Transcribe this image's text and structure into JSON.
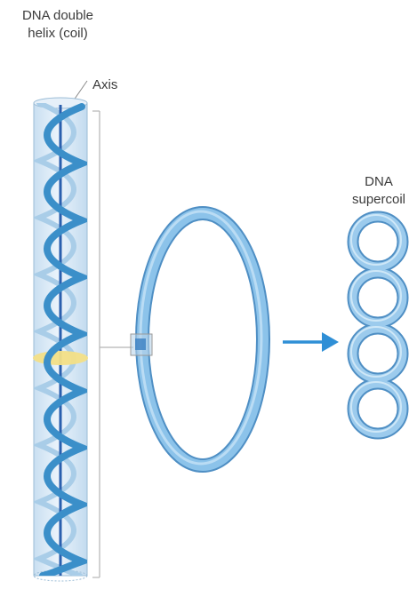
{
  "labels": {
    "helix_line1": "DNA double",
    "helix_line2": "helix (coil)",
    "axis": "Axis",
    "supercoil_line1": "DNA",
    "supercoil_line2": "supercoil"
  },
  "colors": {
    "cylinder_fill": "#dcebf7",
    "cylinder_stroke": "#9bbcd6",
    "strand_front": "#3b8fc9",
    "strand_back": "#8fc0e2",
    "axis": "#2a5fae",
    "highlight": "#f3df86",
    "ring": "#7fb8e4",
    "ring_edge": "#4f8fc4",
    "arrow": "#2f8fd6",
    "bracket": "#b5b5b5"
  },
  "icons": {
    "arrow": "arrow-right-icon"
  }
}
